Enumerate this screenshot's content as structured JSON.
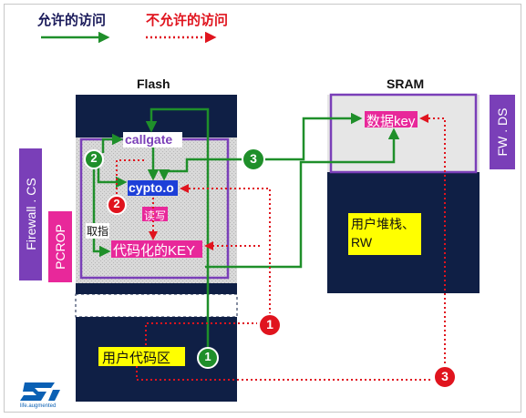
{
  "legend": {
    "allowed": "允许的访问",
    "not_allowed": "不允许的访问"
  },
  "memory": {
    "flash": "Flash",
    "sram": "SRAM"
  },
  "side_labels": {
    "firewall_cs": "Firewall . CS",
    "pcrop": "PCROP",
    "fw_ds": "FW . DS"
  },
  "blocks": {
    "callgate": "callgate",
    "cypto_o": "cypto.o",
    "code_key": "代码化的KEY",
    "data_key": "数据key",
    "user_stack": "用户堆栈、\nRW",
    "user_code": "用户代码区"
  },
  "arrow_labels": {
    "fetch": "取指",
    "read_write": "读写"
  },
  "badges": {
    "green_2": "2",
    "green_3": "3",
    "green_1": "1",
    "red_2": "2",
    "red_1": "1",
    "red_3": "3"
  },
  "logo": {
    "tagline": "life.augmented"
  },
  "colors": {
    "navy": "#0f1f45",
    "purple": "#7a3fb8",
    "magenta": "#e8289a",
    "green": "#1f8f2a",
    "red": "#e0141e",
    "yellow": "#ffff00",
    "st_blue": "#0a60b4"
  }
}
